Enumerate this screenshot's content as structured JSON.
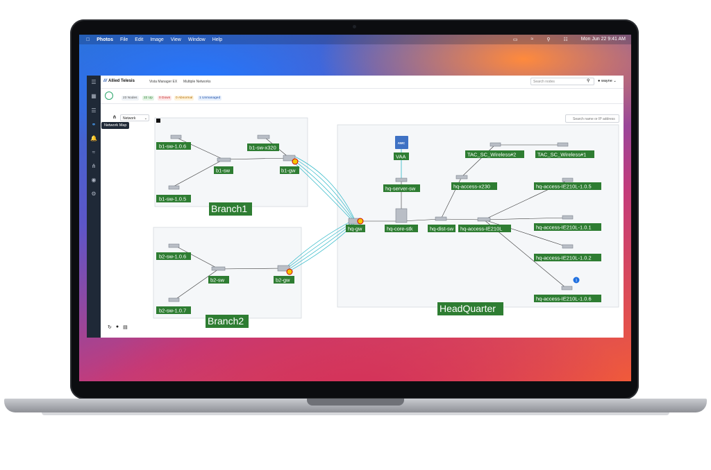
{
  "menubar": {
    "app": "Photos",
    "items": [
      "File",
      "Edit",
      "Image",
      "View",
      "Window",
      "Help"
    ],
    "clock": "Mon Jun 22  9:41 AM"
  },
  "app": {
    "brand": "Allied Telesis",
    "product": "Vista Manager EX",
    "view": "Multiple Networks",
    "search_placeholder": "Search nodes",
    "user": "wayne",
    "tooltip": "Network Map",
    "network_select": "Network",
    "map_search_placeholder": "Search name or IP address"
  },
  "status": {
    "nodes": "23 Nodes",
    "up": "22 Up",
    "down": "0 Down",
    "abnormal": "0 Abnormal",
    "unmanaged": "1 Unmanaged"
  },
  "colors": {
    "node_label": "#2e7d32",
    "link_wan": "#29b6c6",
    "rail": "#1f2937",
    "alarm": "#f5c400"
  },
  "groups": {
    "branch1": "Branch1",
    "branch2": "Branch2",
    "hq": "HeadQuarter"
  },
  "nodes": {
    "b1_sw_106": "b1-sw-1.0.6",
    "b1_sw_x320": "b1-sw-x320",
    "b1_sw": "b1-sw",
    "b1_gw": "b1-gw",
    "b1_sw_105": "b1-sw-1.0.5",
    "b2_sw_106": "b2-sw-1.0.6",
    "b2_sw": "b2-sw",
    "b2_gw": "b2-gw",
    "b2_sw_107": "b2-sw-1.0.7",
    "hq_gw": "hq-gw",
    "vaa": "VAA",
    "vaa_icon": "AWC",
    "hq_server_sw": "hq-server-sw",
    "hq_core_stk": "hq-core-stk",
    "hq_dist_sw": "hq-dist-sw",
    "hq_access_ie210l": "hq-access-IE210L",
    "hq_access_x230": "hq-access-x230",
    "tac_wireless2": "TAC_SC_Wireless#2",
    "tac_wireless1": "TAC_SC_Wireless#1",
    "ie210l_105": "hq-access-IE210L-1.0.5",
    "ie210l_101": "hq-access-IE210L-1.0.1",
    "ie210l_102": "hq-access-IE210L-1.0.2",
    "ie210l_106": "hq-access-IE210L-1.0.6",
    "badge_count": "1"
  }
}
